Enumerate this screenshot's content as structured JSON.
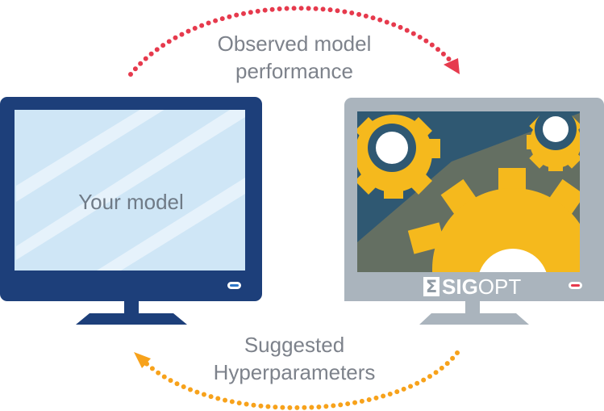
{
  "arrows": {
    "top_label_line1": "Observed model",
    "top_label_line2": "performance",
    "bottom_label_line1": "Suggested",
    "bottom_label_line2": "Hyperparameters",
    "top_color": "#e63a4d",
    "bottom_color": "#f7a21b"
  },
  "left_monitor": {
    "label": "Your model",
    "frame_color": "#1d3f7a",
    "screen_color": "#cfe6f6"
  },
  "right_monitor": {
    "brand_symbol": "Σ",
    "brand_bold": "SIG",
    "brand_regular": "OPT",
    "frame_color": "#aab4bd",
    "screen_color": "#2f5872",
    "gear_color": "#f5b91d",
    "gear_shadow_color": "#8f8355"
  }
}
